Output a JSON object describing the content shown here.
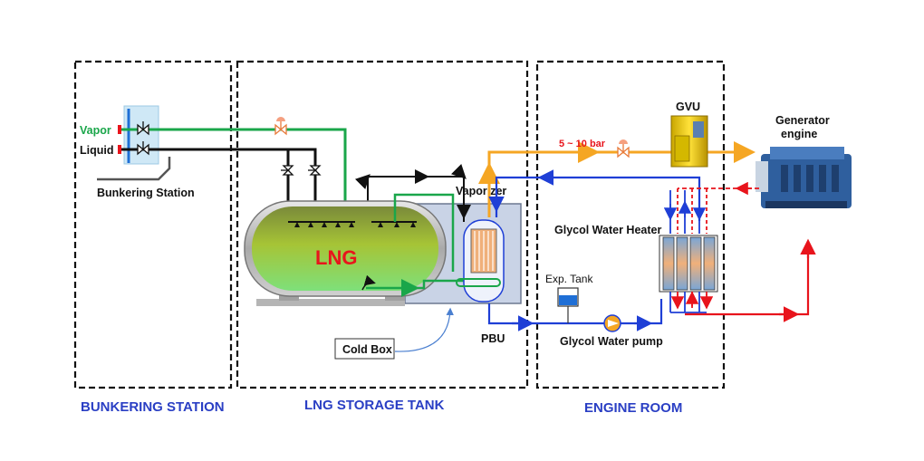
{
  "sections": {
    "bunkering": "BUNKERING STATION",
    "lng_tank": "LNG STORAGE TANK",
    "engine_room": "ENGINE ROOM"
  },
  "labels": {
    "vapor": "Vapor",
    "liquid": "Liquid",
    "bunkering_station": "Bunkering Station",
    "lng": "LNG",
    "cold_box": "Cold Box",
    "vaporizer": "Vaporizer",
    "pbu": "PBU",
    "pressure": "5 ~ 10 bar",
    "gvu": "GVU",
    "generator_engine_line1": "Generator",
    "generator_engine_line2": "engine",
    "glycol_water_heater": "Glycol Water Heater",
    "exp_tank": "Exp. Tank",
    "glycol": "Glycol",
    "water_pump": "Water pump"
  },
  "colors": {
    "vapor_line": "#1aa64a",
    "liquid_line": "#111111",
    "gas_line": "#f5a623",
    "glycol_line": "#1f3fd6",
    "hot_line": "#e8141c",
    "section_title": "#2a3fc4",
    "lng_text": "#e8141c",
    "vapor_text": "#1aa64a"
  },
  "icons": {
    "valve": "valve-icon",
    "pressure_valve": "control-valve-icon",
    "pump": "pump-icon",
    "engine": "engine-icon"
  }
}
